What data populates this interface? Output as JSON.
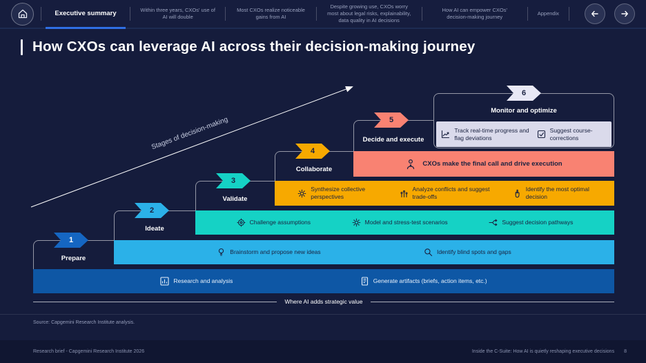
{
  "nav": {
    "tabs": [
      {
        "label": "Executive summary",
        "active": true
      },
      {
        "label": "Within three years, CXOs' use of AI will double"
      },
      {
        "label": "Most CXOs realize noticeable gains from AI"
      },
      {
        "label": "Despite growing use, CXOs worry most about legal risks, explainability, data quality in AI decisions"
      },
      {
        "label": "How AI can empower CXOs' decision-making journey"
      },
      {
        "label": "Appendix"
      }
    ]
  },
  "title": "How CXOs can leverage AI across their decision-making journey",
  "diagram": {
    "stages_axis_label": "Stages of decision-making",
    "value_axis_label": "Where AI adds strategic value",
    "steps": [
      {
        "num": "1",
        "name": "Prepare",
        "items": [
          {
            "icon": "research-chart-icon",
            "label": "Research and analysis"
          },
          {
            "icon": "document-icon",
            "label": "Generate artifacts (briefs, action items, etc.)"
          }
        ]
      },
      {
        "num": "2",
        "name": "Ideate",
        "items": [
          {
            "icon": "lightbulb-icon",
            "label": "Brainstorm and propose new ideas"
          },
          {
            "icon": "magnifier-icon",
            "label": "Identify blind spots and gaps"
          }
        ]
      },
      {
        "num": "3",
        "name": "Validate",
        "items": [
          {
            "icon": "target-icon",
            "label": "Challenge assumptions"
          },
          {
            "icon": "gear-icon",
            "label": "Model and stress-test scenarios"
          },
          {
            "icon": "pathways-icon",
            "label": "Suggest decision pathways"
          }
        ]
      },
      {
        "num": "4",
        "name": "Collaborate",
        "items": [
          {
            "icon": "gear-icon",
            "label": "Synthesize collective perspectives"
          },
          {
            "icon": "tradeoffs-icon",
            "label": "Analyze conflicts and suggest trade-offs"
          },
          {
            "icon": "pointer-icon",
            "label": "Identify the most optimal decision"
          }
        ]
      },
      {
        "num": "5",
        "name": "Decide and execute",
        "items": [
          {
            "icon": "person-icon",
            "label": "CXOs make the final call and drive execution"
          }
        ]
      },
      {
        "num": "6",
        "name": "Monitor and optimize",
        "items": [
          {
            "icon": "progress-chart-icon",
            "label": "Track real-time progress and flag deviations"
          },
          {
            "icon": "checkbox-icon",
            "label": "Suggest course-corrections"
          }
        ]
      }
    ]
  },
  "colors": {
    "slide_bg": "#151C3C",
    "active_tab_underline": "#2F6FE4",
    "step1_bar": "#0E57A5",
    "step1_badge": "#1566C2",
    "step2": "#2BB1E8",
    "step3": "#15D2C5",
    "step4": "#F7A900",
    "step5": "#F98272",
    "step6_bar": "#DADAEB",
    "step6_badge": "#E8E8F5"
  },
  "source": "Source: Capgemini Research Institute analysis.",
  "footer": {
    "left": "Research brief - Capgemini Research Institute 2026",
    "right": "Inside the C-Suite: How AI is quietly reshaping executive decisions",
    "page": "8"
  }
}
